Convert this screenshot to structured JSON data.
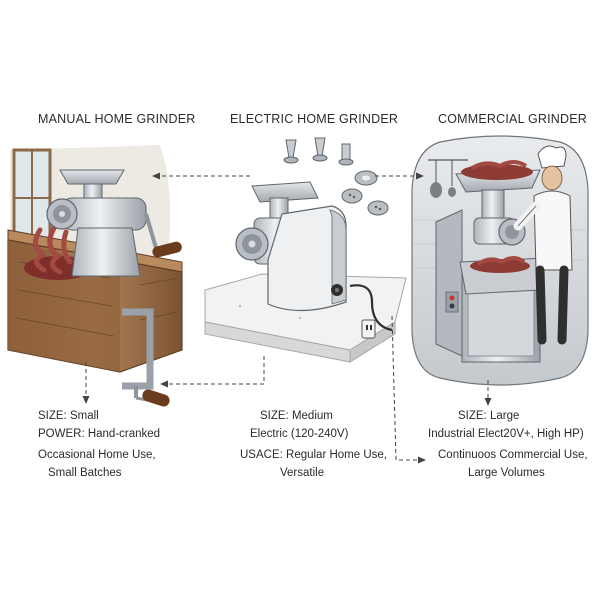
{
  "columns": [
    {
      "title": "MANUAL HOME GRINDER",
      "size": "SIZE: Small",
      "power": "POWER: Hand-cranked",
      "use_line1": "Occasional Home Use,",
      "use_line2": "Small Batches"
    },
    {
      "title": "ELECTRIC HOME GRINDER",
      "size": "SIZE: Medium",
      "power": "Electric (120-240V)",
      "use_line1": "USACE: Regular Home Use,",
      "use_line2": "Versatile"
    },
    {
      "title": "COMMERCIAL GRINDER",
      "size": "SIZE: Large",
      "power": "Industrial Elect20V+, High HP)",
      "use_line1": "Continuoos Commercial Use,",
      "use_line2": "Large Volumes"
    }
  ],
  "colors": {
    "steel": "#c9cdd1",
    "steel_dark": "#8d949a",
    "wood": "#a9784c",
    "wood_dark": "#6e4a2c",
    "meat": "#8e3b35",
    "ink": "#3a3a3a"
  }
}
